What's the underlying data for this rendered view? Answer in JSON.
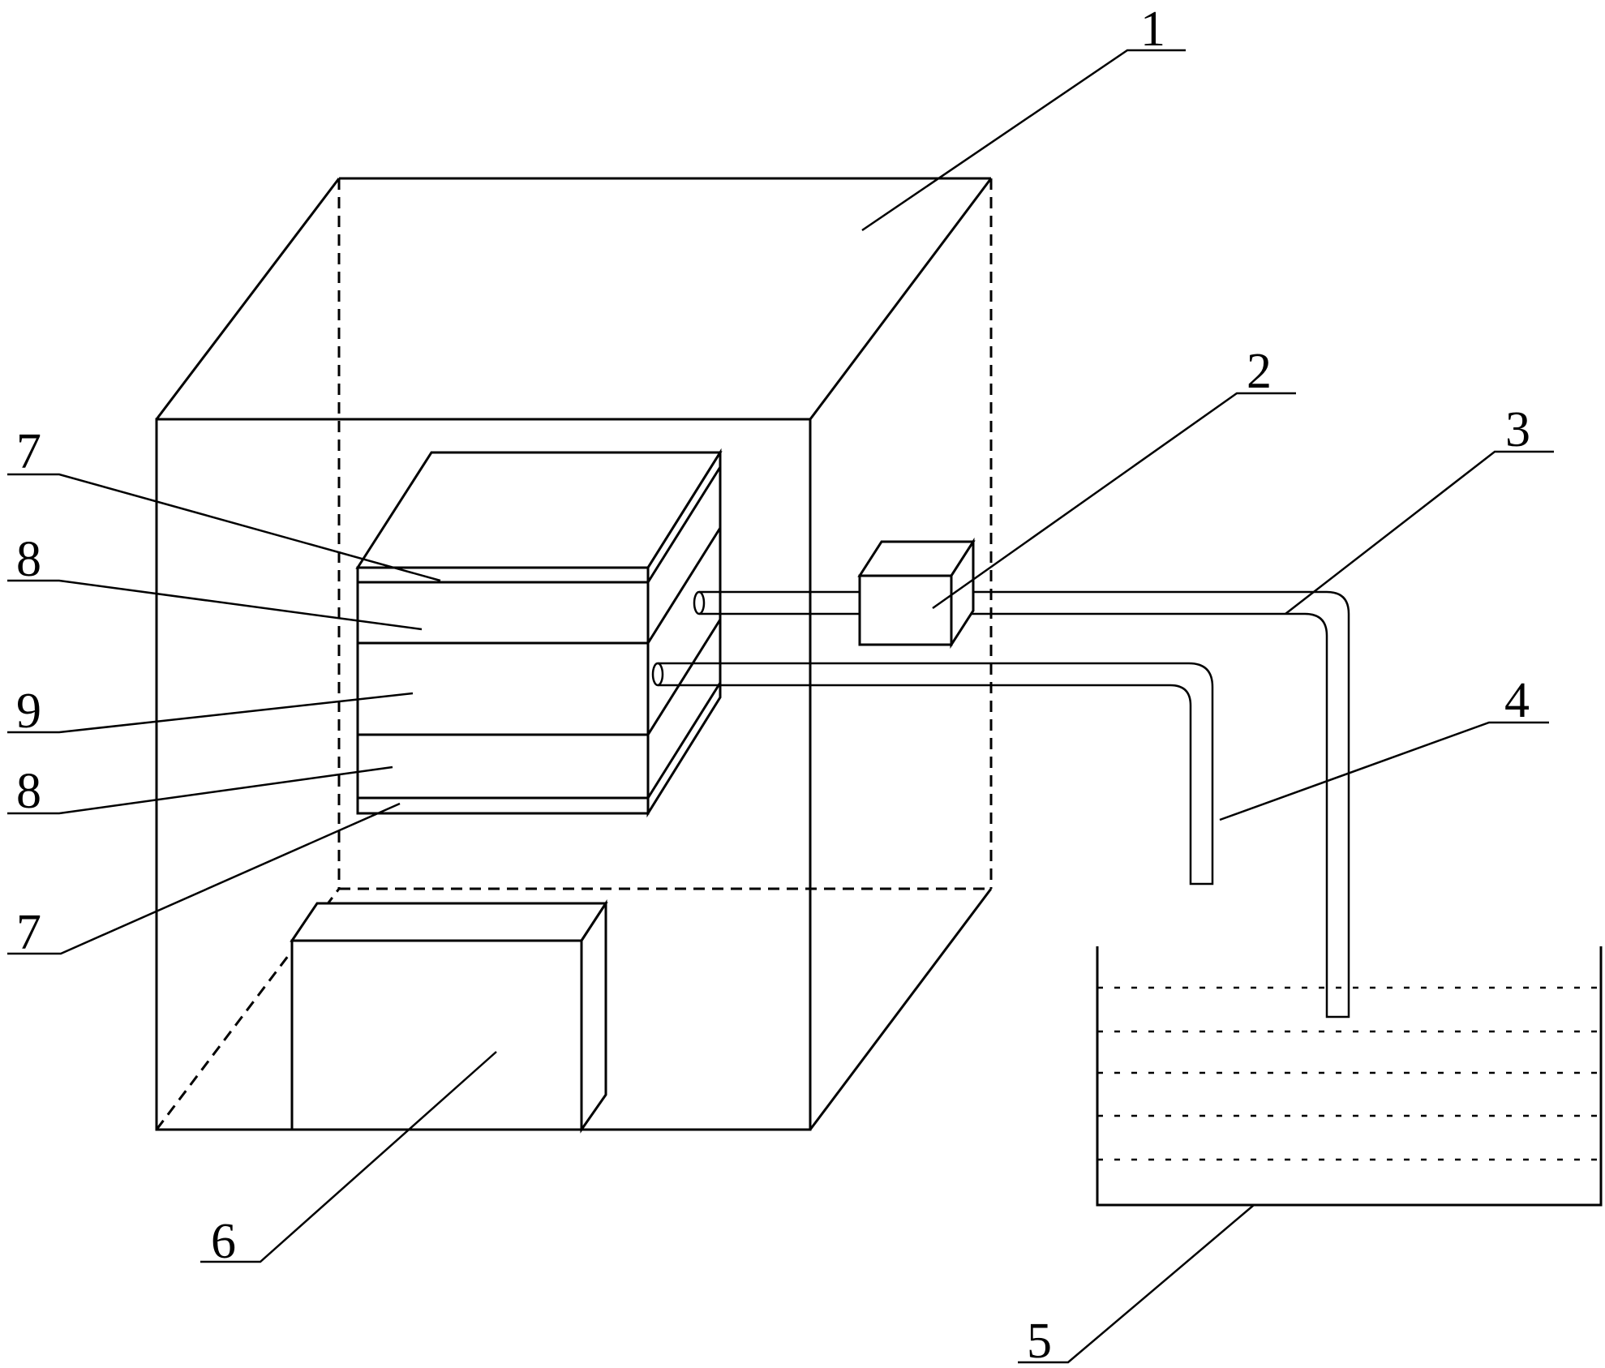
{
  "labels": {
    "chamber": "1",
    "pump": "2",
    "outlet_pipe": "3",
    "inlet_pipe": "4",
    "water_tank": "5",
    "block": "6",
    "layer_top_7": "7",
    "layer_top_8": "8",
    "layer_middle_9": "9",
    "layer_bottom_8": "8",
    "layer_bottom_7": "7"
  }
}
